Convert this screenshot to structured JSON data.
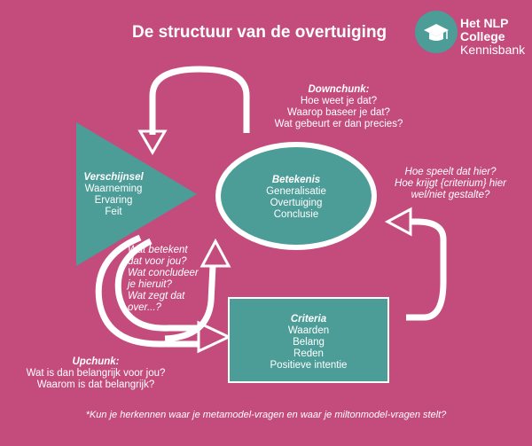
{
  "title": "De structuur van de overtuiging",
  "logo": {
    "line1": "Het NLP",
    "line2": "College",
    "line3": "Kennisbank",
    "icon": "graduation-cap-icon"
  },
  "nodes": {
    "verschijnsel": {
      "heading": "Verschijnsel",
      "lines": [
        "Waarneming",
        "Ervaring",
        "Feit"
      ]
    },
    "betekenis": {
      "heading": "Betekenis",
      "lines": [
        "Generalisatie",
        "Overtuiging",
        "Conclusie"
      ]
    },
    "criteria": {
      "heading": "Criteria",
      "lines": [
        "Waarden",
        "Belang",
        "Reden",
        "Positieve intentie"
      ]
    }
  },
  "downchunk": {
    "heading": "Downchunk:",
    "questions": [
      "Hoe weet je dat?",
      "Waarop baseer je dat?",
      "Wat gebeurt er dan precies?"
    ]
  },
  "side_question": {
    "lines": [
      "Hoe speelt dat hier?",
      "Hoe krijgt {criterium} hier",
      "wel/niet gestalte?"
    ]
  },
  "middle_question": {
    "lines": [
      "Wat betekent",
      "dat voor jou?",
      "Wat concludeer",
      "je hieruit?",
      "Wat zegt dat",
      "over...?"
    ]
  },
  "upchunk": {
    "heading": "Upchunk:",
    "questions": [
      "Wat is dan belangrijk voor jou?",
      "Waarom is dat belangrijk?"
    ]
  },
  "footer": "*Kun je herkennen waar je metamodel-vragen en waar je miltonmodel-vragen stelt?",
  "colors": {
    "background": "#c44c7d",
    "teal": "#4c9c97",
    "arrow": "#ffffff"
  }
}
